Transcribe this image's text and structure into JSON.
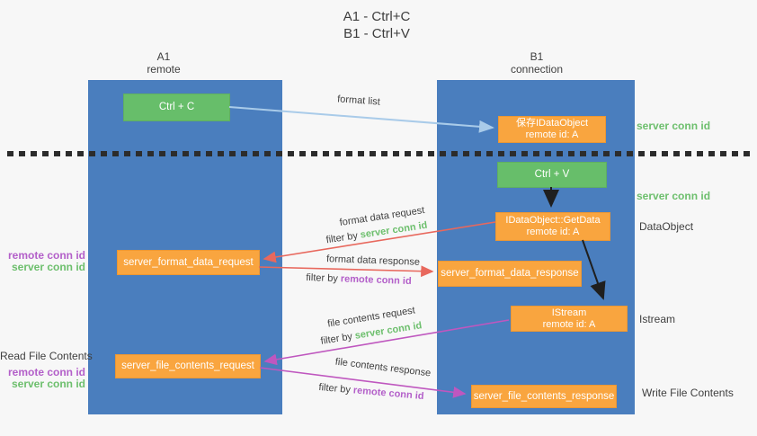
{
  "title": {
    "line1": "A1 - Ctrl+C",
    "line2": "B1 - Ctrl+V"
  },
  "lanes": {
    "left": {
      "name": "A1",
      "sub": "remote"
    },
    "right": {
      "name": "B1",
      "sub": "connection"
    }
  },
  "nodes": {
    "ctrl_c": {
      "label": "Ctrl + C"
    },
    "ctrl_v": {
      "label": "Ctrl + V"
    },
    "save_dataobject": {
      "line1": "保存IDataObject",
      "line2": "remote id: A"
    },
    "getdata": {
      "line1": "IDataObject::GetData",
      "line2": "remote id: A"
    },
    "istream": {
      "line1": "IStream",
      "line2": "remote id: A"
    },
    "format_request": {
      "label": "server_format_data_request"
    },
    "format_response": {
      "label": "server_format_data_response"
    },
    "file_request": {
      "label": "server_file_contents_request"
    },
    "file_response": {
      "label": "server_file_contents_response"
    }
  },
  "edge_labels": {
    "format_list": "format list",
    "format_data_request": "format data request",
    "format_data_response": "format data response",
    "file_contents_request": "file contents request",
    "file_contents_response": "file contents response",
    "filter_by": "filter by ",
    "server_conn_id": "server conn id",
    "remote_conn_id": "remote conn id"
  },
  "side_labels": {
    "server_conn_right_top": "server conn id",
    "server_conn_right_mid": "server conn id",
    "dataobject": "DataObject",
    "istream": "Istream",
    "write_file_contents": "Write File Contents",
    "read_file_contents": "Read File Contents",
    "remote_conn_left_1": "remote conn id",
    "server_conn_left_1": "server conn id",
    "remote_conn_left_2": "remote conn id",
    "server_conn_left_2": "server conn id"
  },
  "colors": {
    "background": "#f7f7f7",
    "lane_blue": "#4a7ebe",
    "node_green": "#67be6a",
    "node_orange": "#f9a53f",
    "arrow_light_blue": "#a9cbe9",
    "arrow_red": "#e8685d",
    "arrow_magenta": "#bf57bf",
    "arrow_black": "#1f1f1f",
    "text_green": "#6dbf6d",
    "text_purple": "#b35fc9",
    "text_dark": "#3f3f3f"
  }
}
